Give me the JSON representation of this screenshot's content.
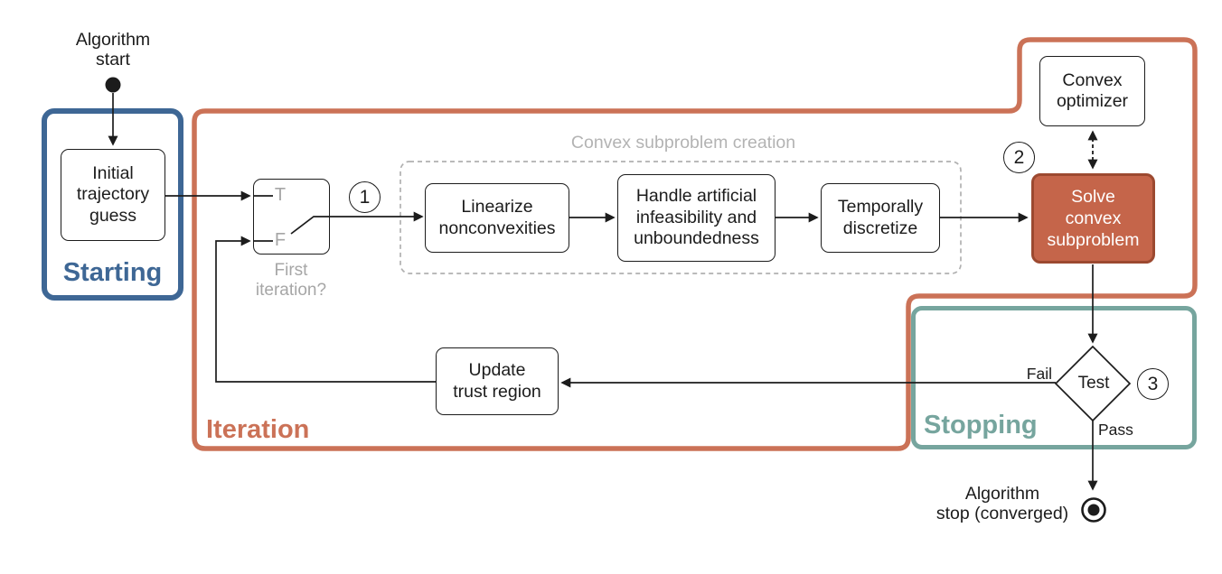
{
  "colors": {
    "ink": "#1c1c1c",
    "muted": "#a6a6a6",
    "muted-light": "#b3b3b3",
    "blue": "#3e6795",
    "orange": "#cb7257",
    "teal": "#76a59e",
    "solve-fill": "#c5654a",
    "solve-border": "#9c4930"
  },
  "terminals": {
    "start_label": "Algorithm\nstart",
    "stop_label": "Algorithm\nstop (converged)"
  },
  "regions": {
    "starting": {
      "label": "Starting"
    },
    "iteration": {
      "label": "Iteration"
    },
    "stopping": {
      "label": "Stopping"
    }
  },
  "groups": {
    "creation": {
      "label": "Convex subproblem creation"
    }
  },
  "nodes": {
    "initial_guess": {
      "label": "Initial\ntrajectory\nguess"
    },
    "first_iteration_switch": {
      "true_port": "T",
      "false_port": "F",
      "caption": "First\niteration?"
    },
    "linearize": {
      "label": "Linearize\nnonconvexities"
    },
    "handle_infeasibility": {
      "label": "Handle artificial\ninfeasibility and\nunboundedness"
    },
    "discretize": {
      "label": "Temporally\ndiscretize"
    },
    "solve": {
      "label": "Solve\nconvex\nsubproblem"
    },
    "optimizer": {
      "label": "Convex\noptimizer"
    },
    "update_trust_region": {
      "label": "Update\ntrust region"
    },
    "test": {
      "label": "Test",
      "fail": "Fail",
      "pass": "Pass"
    }
  },
  "steps": {
    "one": "1",
    "two": "2",
    "three": "3"
  }
}
